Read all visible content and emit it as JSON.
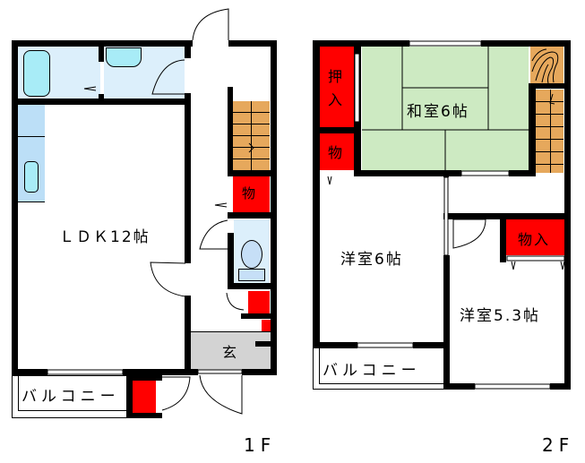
{
  "floors": [
    {
      "id": "1F",
      "caption": "1F",
      "rooms": {
        "ldk": "ＬＤＫ12帖",
        "closet_stairs": "物",
        "entrance": "玄",
        "balcony": "バルコニー"
      }
    },
    {
      "id": "2F",
      "caption": "2F",
      "rooms": {
        "washitsu": "和室6帖",
        "oshiire_1": "押",
        "oshiire_2": "入",
        "closet_left": "物",
        "yoshitsu_6": "洋室6帖",
        "yoshitsu_53": "洋室5.3帖",
        "closet_right": "物入",
        "balcony": "バルコニー"
      }
    }
  ],
  "colors": {
    "wall": "#000000",
    "wet_area": "#dceffb",
    "fixture": "#a8ecf7",
    "kitchen": "#bcdff7",
    "storage": "#ff0000",
    "stairs": "#e6a85c",
    "tatami": "#cdeac2",
    "genkan": "#d3d3d3"
  }
}
